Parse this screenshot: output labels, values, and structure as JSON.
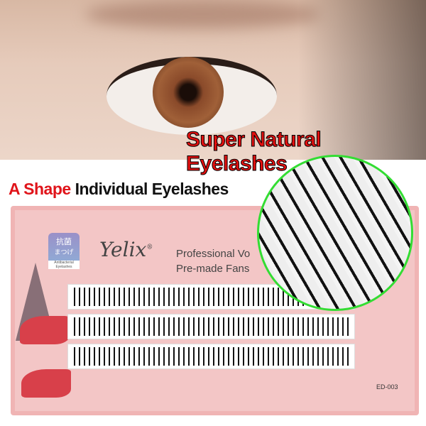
{
  "banner_text": "Super Natural Eyelashes",
  "headline": {
    "part1": "A Shape",
    "part2": "Individual Eyelashes"
  },
  "package": {
    "badge": {
      "line1": "抗菌",
      "line2": "まつげ",
      "line3": "Antibacterial Eyelashes"
    },
    "brand": "Yelix",
    "brand_mark": "®",
    "tagline1": "Professional Vo",
    "tagline2": "Pre-made Fans",
    "code": "ED-003"
  },
  "colors": {
    "accent": "#e01010",
    "box": "#f3c6c6"
  }
}
